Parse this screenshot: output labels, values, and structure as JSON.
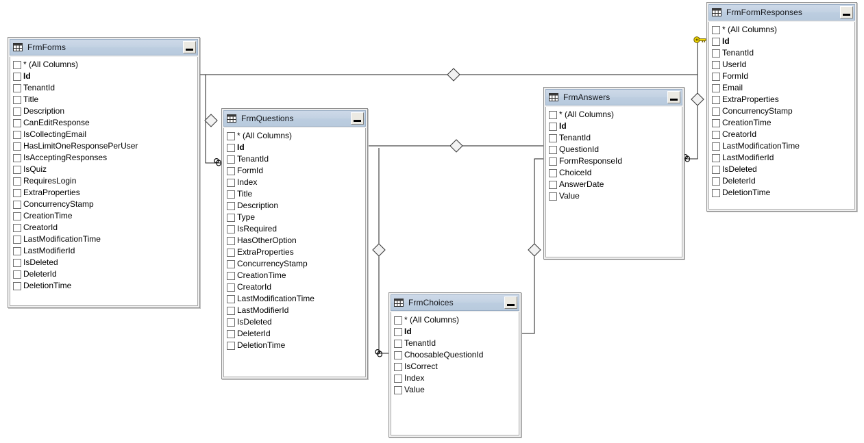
{
  "diagram": {
    "type": "database-relationship-diagram",
    "background": "#ffffff",
    "title_bar_color": "#bccde0",
    "body_color": "#ffffff",
    "border_color": "#8d8d8d"
  },
  "icons": {
    "table": "table-grid-icon",
    "minimize": "minimize-icon",
    "key": "primary-key-icon",
    "many": "infinity-many-icon",
    "relationship": "relationship-diamond-icon"
  },
  "tables": [
    {
      "name": "FrmForms",
      "minimize_label": "",
      "columns": [
        {
          "label": "* (All Columns)",
          "pk": false
        },
        {
          "label": "Id",
          "pk": true
        },
        {
          "label": "TenantId",
          "pk": false
        },
        {
          "label": "Title",
          "pk": false
        },
        {
          "label": "Description",
          "pk": false
        },
        {
          "label": "CanEditResponse",
          "pk": false
        },
        {
          "label": "IsCollectingEmail",
          "pk": false
        },
        {
          "label": "HasLimitOneResponsePerUser",
          "pk": false
        },
        {
          "label": "IsAcceptingResponses",
          "pk": false
        },
        {
          "label": "IsQuiz",
          "pk": false
        },
        {
          "label": "RequiresLogin",
          "pk": false
        },
        {
          "label": "ExtraProperties",
          "pk": false
        },
        {
          "label": "ConcurrencyStamp",
          "pk": false
        },
        {
          "label": "CreationTime",
          "pk": false
        },
        {
          "label": "CreatorId",
          "pk": false
        },
        {
          "label": "LastModificationTime",
          "pk": false
        },
        {
          "label": "LastModifierId",
          "pk": false
        },
        {
          "label": "IsDeleted",
          "pk": false
        },
        {
          "label": "DeleterId",
          "pk": false
        },
        {
          "label": "DeletionTime",
          "pk": false
        }
      ]
    },
    {
      "name": "FrmQuestions",
      "minimize_label": "",
      "columns": [
        {
          "label": "* (All Columns)",
          "pk": false
        },
        {
          "label": "Id",
          "pk": true
        },
        {
          "label": "TenantId",
          "pk": false
        },
        {
          "label": "FormId",
          "pk": false
        },
        {
          "label": "Index",
          "pk": false
        },
        {
          "label": "Title",
          "pk": false
        },
        {
          "label": "Description",
          "pk": false
        },
        {
          "label": "Type",
          "pk": false
        },
        {
          "label": "IsRequired",
          "pk": false
        },
        {
          "label": "HasOtherOption",
          "pk": false
        },
        {
          "label": "ExtraProperties",
          "pk": false
        },
        {
          "label": "ConcurrencyStamp",
          "pk": false
        },
        {
          "label": "CreationTime",
          "pk": false
        },
        {
          "label": "CreatorId",
          "pk": false
        },
        {
          "label": "LastModificationTime",
          "pk": false
        },
        {
          "label": "LastModifierId",
          "pk": false
        },
        {
          "label": "IsDeleted",
          "pk": false
        },
        {
          "label": "DeleterId",
          "pk": false
        },
        {
          "label": "DeletionTime",
          "pk": false
        }
      ]
    },
    {
      "name": "FrmChoices",
      "minimize_label": "",
      "columns": [
        {
          "label": "* (All Columns)",
          "pk": false
        },
        {
          "label": "Id",
          "pk": true
        },
        {
          "label": "TenantId",
          "pk": false
        },
        {
          "label": "ChoosableQuestionId",
          "pk": false
        },
        {
          "label": "IsCorrect",
          "pk": false
        },
        {
          "label": "Index",
          "pk": false
        },
        {
          "label": "Value",
          "pk": false
        }
      ]
    },
    {
      "name": "FrmAnswers",
      "minimize_label": "",
      "columns": [
        {
          "label": "* (All Columns)",
          "pk": false
        },
        {
          "label": "Id",
          "pk": true
        },
        {
          "label": "TenantId",
          "pk": false
        },
        {
          "label": "QuestionId",
          "pk": false
        },
        {
          "label": "FormResponseId",
          "pk": false
        },
        {
          "label": "ChoiceId",
          "pk": false
        },
        {
          "label": "AnswerDate",
          "pk": false
        },
        {
          "label": "Value",
          "pk": false
        }
      ]
    },
    {
      "name": "FrmFormResponses",
      "minimize_label": "",
      "columns": [
        {
          "label": "* (All Columns)",
          "pk": false
        },
        {
          "label": "Id",
          "pk": true
        },
        {
          "label": "TenantId",
          "pk": false
        },
        {
          "label": "UserId",
          "pk": false
        },
        {
          "label": "FormId",
          "pk": false
        },
        {
          "label": "Email",
          "pk": false
        },
        {
          "label": "ExtraProperties",
          "pk": false
        },
        {
          "label": "ConcurrencyStamp",
          "pk": false
        },
        {
          "label": "CreationTime",
          "pk": false
        },
        {
          "label": "CreatorId",
          "pk": false
        },
        {
          "label": "LastModificationTime",
          "pk": false
        },
        {
          "label": "LastModifierId",
          "pk": false
        },
        {
          "label": "IsDeleted",
          "pk": false
        },
        {
          "label": "DeleterId",
          "pk": false
        },
        {
          "label": "DeletionTime",
          "pk": false
        }
      ]
    }
  ],
  "relationships": [
    {
      "from": "FrmForms",
      "to": "FrmFormResponses",
      "from_card": "one",
      "to_card": "many"
    },
    {
      "from": "FrmForms",
      "to": "FrmQuestions",
      "from_card": "one",
      "to_card": "many"
    },
    {
      "from": "FrmQuestions",
      "to": "FrmAnswers",
      "from_card": "one",
      "to_card": "many"
    },
    {
      "from": "FrmQuestions",
      "to": "FrmChoices",
      "from_card": "one",
      "to_card": "many"
    },
    {
      "from": "FrmChoices",
      "to": "FrmAnswers",
      "from_card": "one",
      "to_card": "many"
    },
    {
      "from": "FrmFormResponses",
      "to": "FrmAnswers",
      "from_card": "one",
      "to_card": "many"
    }
  ]
}
